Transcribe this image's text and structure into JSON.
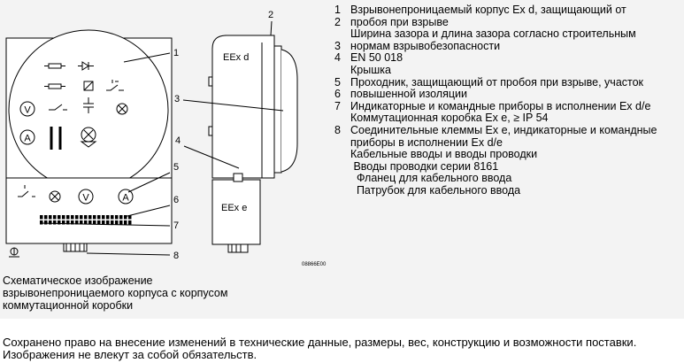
{
  "diagram": {
    "callouts": [
      "1",
      "2",
      "3",
      "4",
      "5",
      "6",
      "7",
      "8"
    ],
    "panel_labels": {
      "eexd": "EEx d",
      "eexe": "EEx e"
    },
    "symbol_letters": {
      "v": "V",
      "a": "A"
    },
    "code": "08866E00"
  },
  "caption": "Схематическое изображение\nвзрывонепроницаемого корпуса с корпусом\nкоммутационной коробки",
  "legend": [
    {
      "n": "1",
      "t": "Взрывонепроницаемый корпус Ex d, защищающий от"
    },
    {
      "n": "2",
      "t": "пробоя при взрыве"
    },
    {
      "n": "",
      "t": "Ширина зазора и длина зазора согласно строительным"
    },
    {
      "n": "3",
      "t": "нормам взрывобезопасности"
    },
    {
      "n": "4",
      "t": "EN 50 018"
    },
    {
      "n": "",
      "t": "Крышка"
    },
    {
      "n": "5",
      "t": "Проходник, защищающий от пробоя при взрыве, участок"
    },
    {
      "n": "6",
      "t": "повышенной изоляции"
    },
    {
      "n": "7",
      "t": "Индикаторные и командные приборы в исполнении Ex d/e"
    },
    {
      "n": "",
      "t": "Коммутационная коробка Ex e, ≥ IP 54"
    },
    {
      "n": "8",
      "t": "Соединительные клеммы Ex e, индикаторные и командные"
    },
    {
      "n": "",
      "t": "приборы в исполнении Ex d/e"
    },
    {
      "n": "",
      "t": "Кабельные вводы и вводы проводки"
    },
    {
      "n": "",
      "t": " Вводы проводки серии 8161"
    },
    {
      "n": "",
      "t": "  Фланец для кабельного ввода"
    },
    {
      "n": "",
      "t": "  Патрубок для кабельного ввода"
    }
  ],
  "footnote": "Сохранено право на внесение изменений в технические данные, размеры, вес, конструкцию и возможности поставки.\nИзображения не влекут за собой обязательств."
}
